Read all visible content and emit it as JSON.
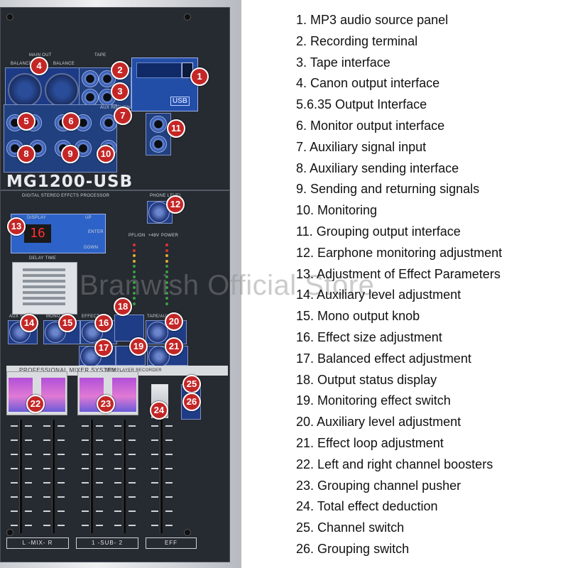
{
  "panel": {
    "model": "MG1200-USB",
    "sections": {
      "main_out": "MAIN OUT",
      "balance_left": "BALANCE",
      "balance_right": "BALANCE",
      "tape": "TAPE",
      "aux_return": "AUX RETURN",
      "dsp_title": "DIGITAL STEREO EFFCTS PROCESSOR",
      "display": "DISPLAY",
      "up": "UP",
      "enter": "ENTER",
      "down": "DOWN",
      "phone_level": "PHONE LEVEL",
      "delay_time": "DELAY TIME",
      "aux_send": "AUX SEND",
      "mono_out": "MONO OUT",
      "effect": "EFFECT",
      "tape_aux": "TAPE/AUX/MP3",
      "meter_pfl": "PFL/ON",
      "meter_48v": "+48V",
      "meter_power": "POWER",
      "mixer_system": "PROFESSIONAL MIXER SYSTEM",
      "mp3_player": "MP3 PLAYER RECORDER",
      "mix_label": "L  -MIX-  R",
      "sub_label": "1  -SUB-  2",
      "eff_label": "EFF",
      "usb_badge": "USB"
    },
    "display_value": "16",
    "callouts": [
      "1",
      "2",
      "3",
      "4",
      "5",
      "6",
      "7",
      "8",
      "9",
      "10",
      "11",
      "12",
      "13",
      "14",
      "15",
      "16",
      "17",
      "18",
      "19",
      "20",
      "21",
      "22",
      "23",
      "24",
      "25",
      "26"
    ]
  },
  "watermark": "Branwish Official Store",
  "legend": [
    "1. MP3 audio source panel",
    "2. Recording terminal",
    "3. Tape interface",
    "4. Canon output interface",
    "5.6.35 Output Interface",
    "6. Monitor output interface",
    "7. Auxiliary signal input",
    "8. Auxiliary sending interface",
    "9. Sending and returning signals",
    "10. Monitoring",
    "11. Grouping output interface",
    "12. Earphone monitoring adjustment",
    "13. Adjustment of Effect Parameters",
    "14. Auxiliary level adjustment",
    "15. Mono output knob",
    "16. Effect size adjustment",
    "17. Balanced effect adjustment",
    "18. Output status display",
    "19. Monitoring effect switch",
    "20. Auxiliary level adjustment",
    "21. Effect loop adjustment",
    "22. Left and right channel boosters",
    "23. Grouping channel pusher",
    "24. Total effect deduction",
    "25. Channel switch",
    "26. Grouping switch"
  ],
  "colors": {
    "callout": "#c42626",
    "panel": "#262a31",
    "accent_blue": "#234ea8",
    "fader": "#c25fd6"
  }
}
